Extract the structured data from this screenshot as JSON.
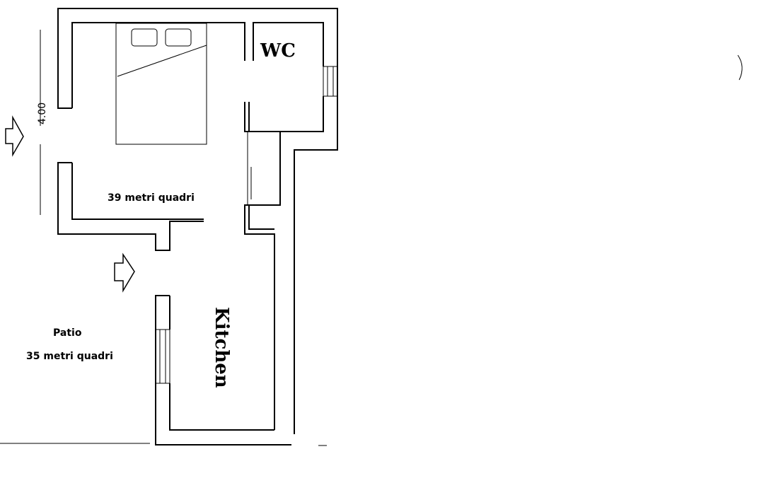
{
  "labels": {
    "wc": "WC",
    "kitchen": "Kitchen",
    "room_area": "39 metri quadri",
    "patio": "Patio",
    "patio_area": "35 metri quadri",
    "dimension": "4.00"
  },
  "icons": {
    "entrance_top": "entrance-arrow-icon",
    "entrance_bottom": "entrance-arrow-icon"
  },
  "colors": {
    "line": "#000000",
    "background": "#ffffff"
  }
}
